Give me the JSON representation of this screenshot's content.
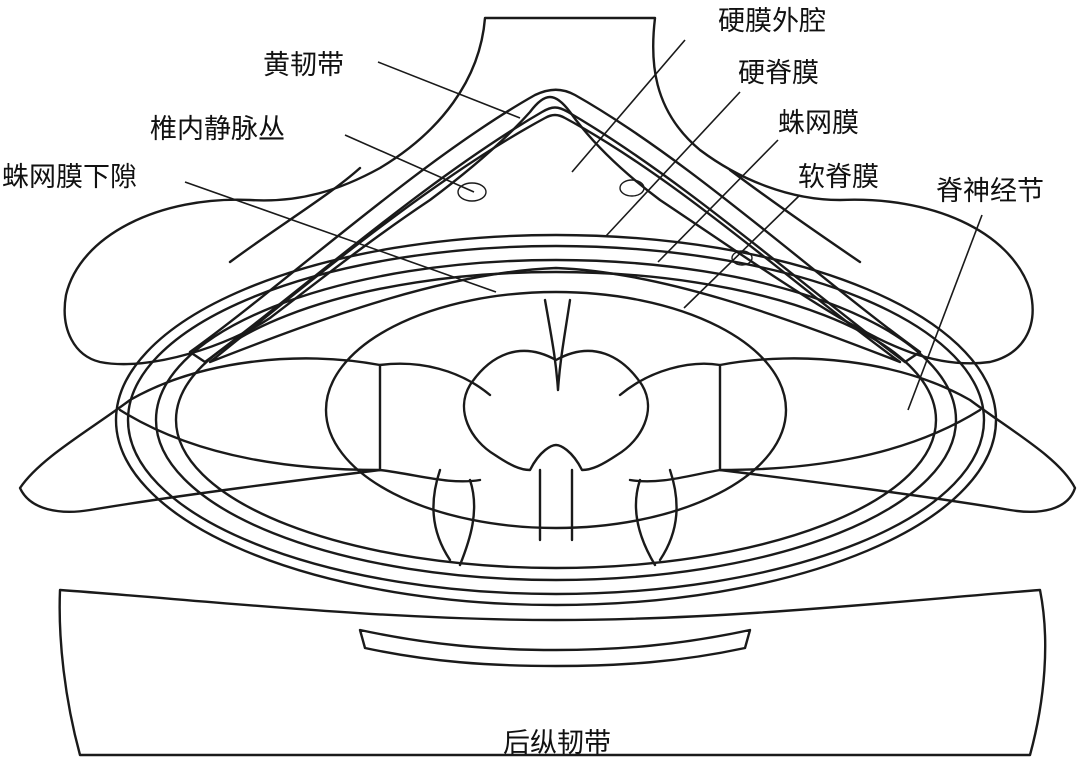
{
  "diagram": {
    "labels": {
      "epidural_space": "硬膜外腔",
      "dura_mater": "硬脊膜",
      "ligamentum_flavum": "黄韧带",
      "arachnoid": "蛛网膜",
      "internal_vertebral_venous_plexus": "椎内静脉丛",
      "pia_mater": "软脊膜",
      "subarachnoid_space": "蛛网膜下隙",
      "spinal_ganglion": "脊神经节",
      "posterior_longitudinal_ligament": "后纵韧带"
    }
  }
}
